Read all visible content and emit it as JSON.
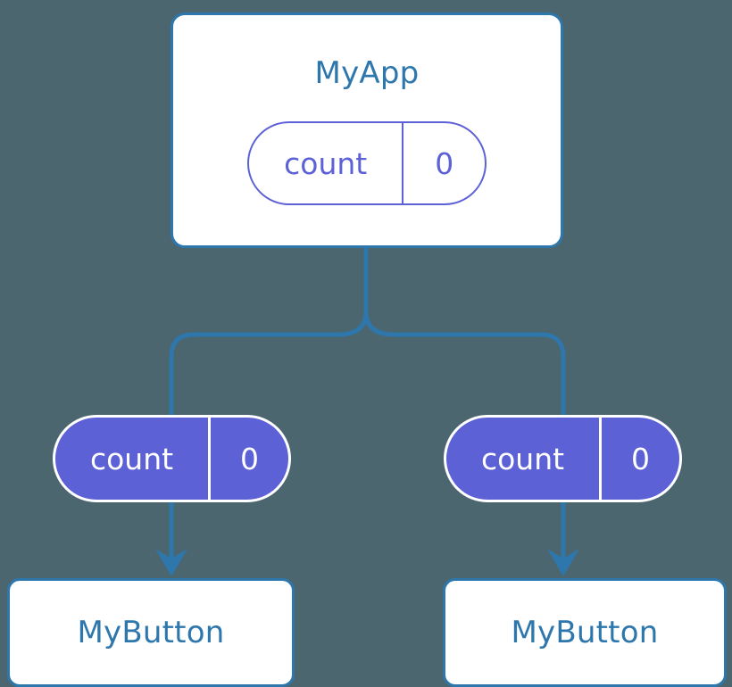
{
  "diagram": {
    "title": "MyApp",
    "type": "component-state-propagation-tree",
    "background_color": "#4c6670",
    "accent_color": "#2d77ad",
    "state_color": "#5d61d6",
    "card_color": "#ffffff"
  },
  "root": {
    "name": "MyApp",
    "state": {
      "key": "count",
      "value": "0"
    }
  },
  "children": [
    {
      "id": "left",
      "state": {
        "key": "count",
        "value": "0"
      },
      "component": {
        "name": "MyButton"
      }
    },
    {
      "id": "right",
      "state": {
        "key": "count",
        "value": "0"
      },
      "component": {
        "name": "MyButton"
      }
    }
  ],
  "edges": [
    {
      "name": "root-to-junction",
      "from": "MyApp",
      "to": "branch-junction"
    },
    {
      "name": "junction-to-left-state",
      "from": "branch-junction",
      "to": "left-count-pill"
    },
    {
      "name": "junction-to-right-state",
      "from": "branch-junction",
      "to": "right-count-pill"
    },
    {
      "name": "left-state-to-button",
      "from": "left-count-pill",
      "to": "left-MyButton",
      "arrow": "down-arrow"
    },
    {
      "name": "right-state-to-button",
      "from": "right-count-pill",
      "to": "right-MyButton",
      "arrow": "down-arrow"
    }
  ]
}
